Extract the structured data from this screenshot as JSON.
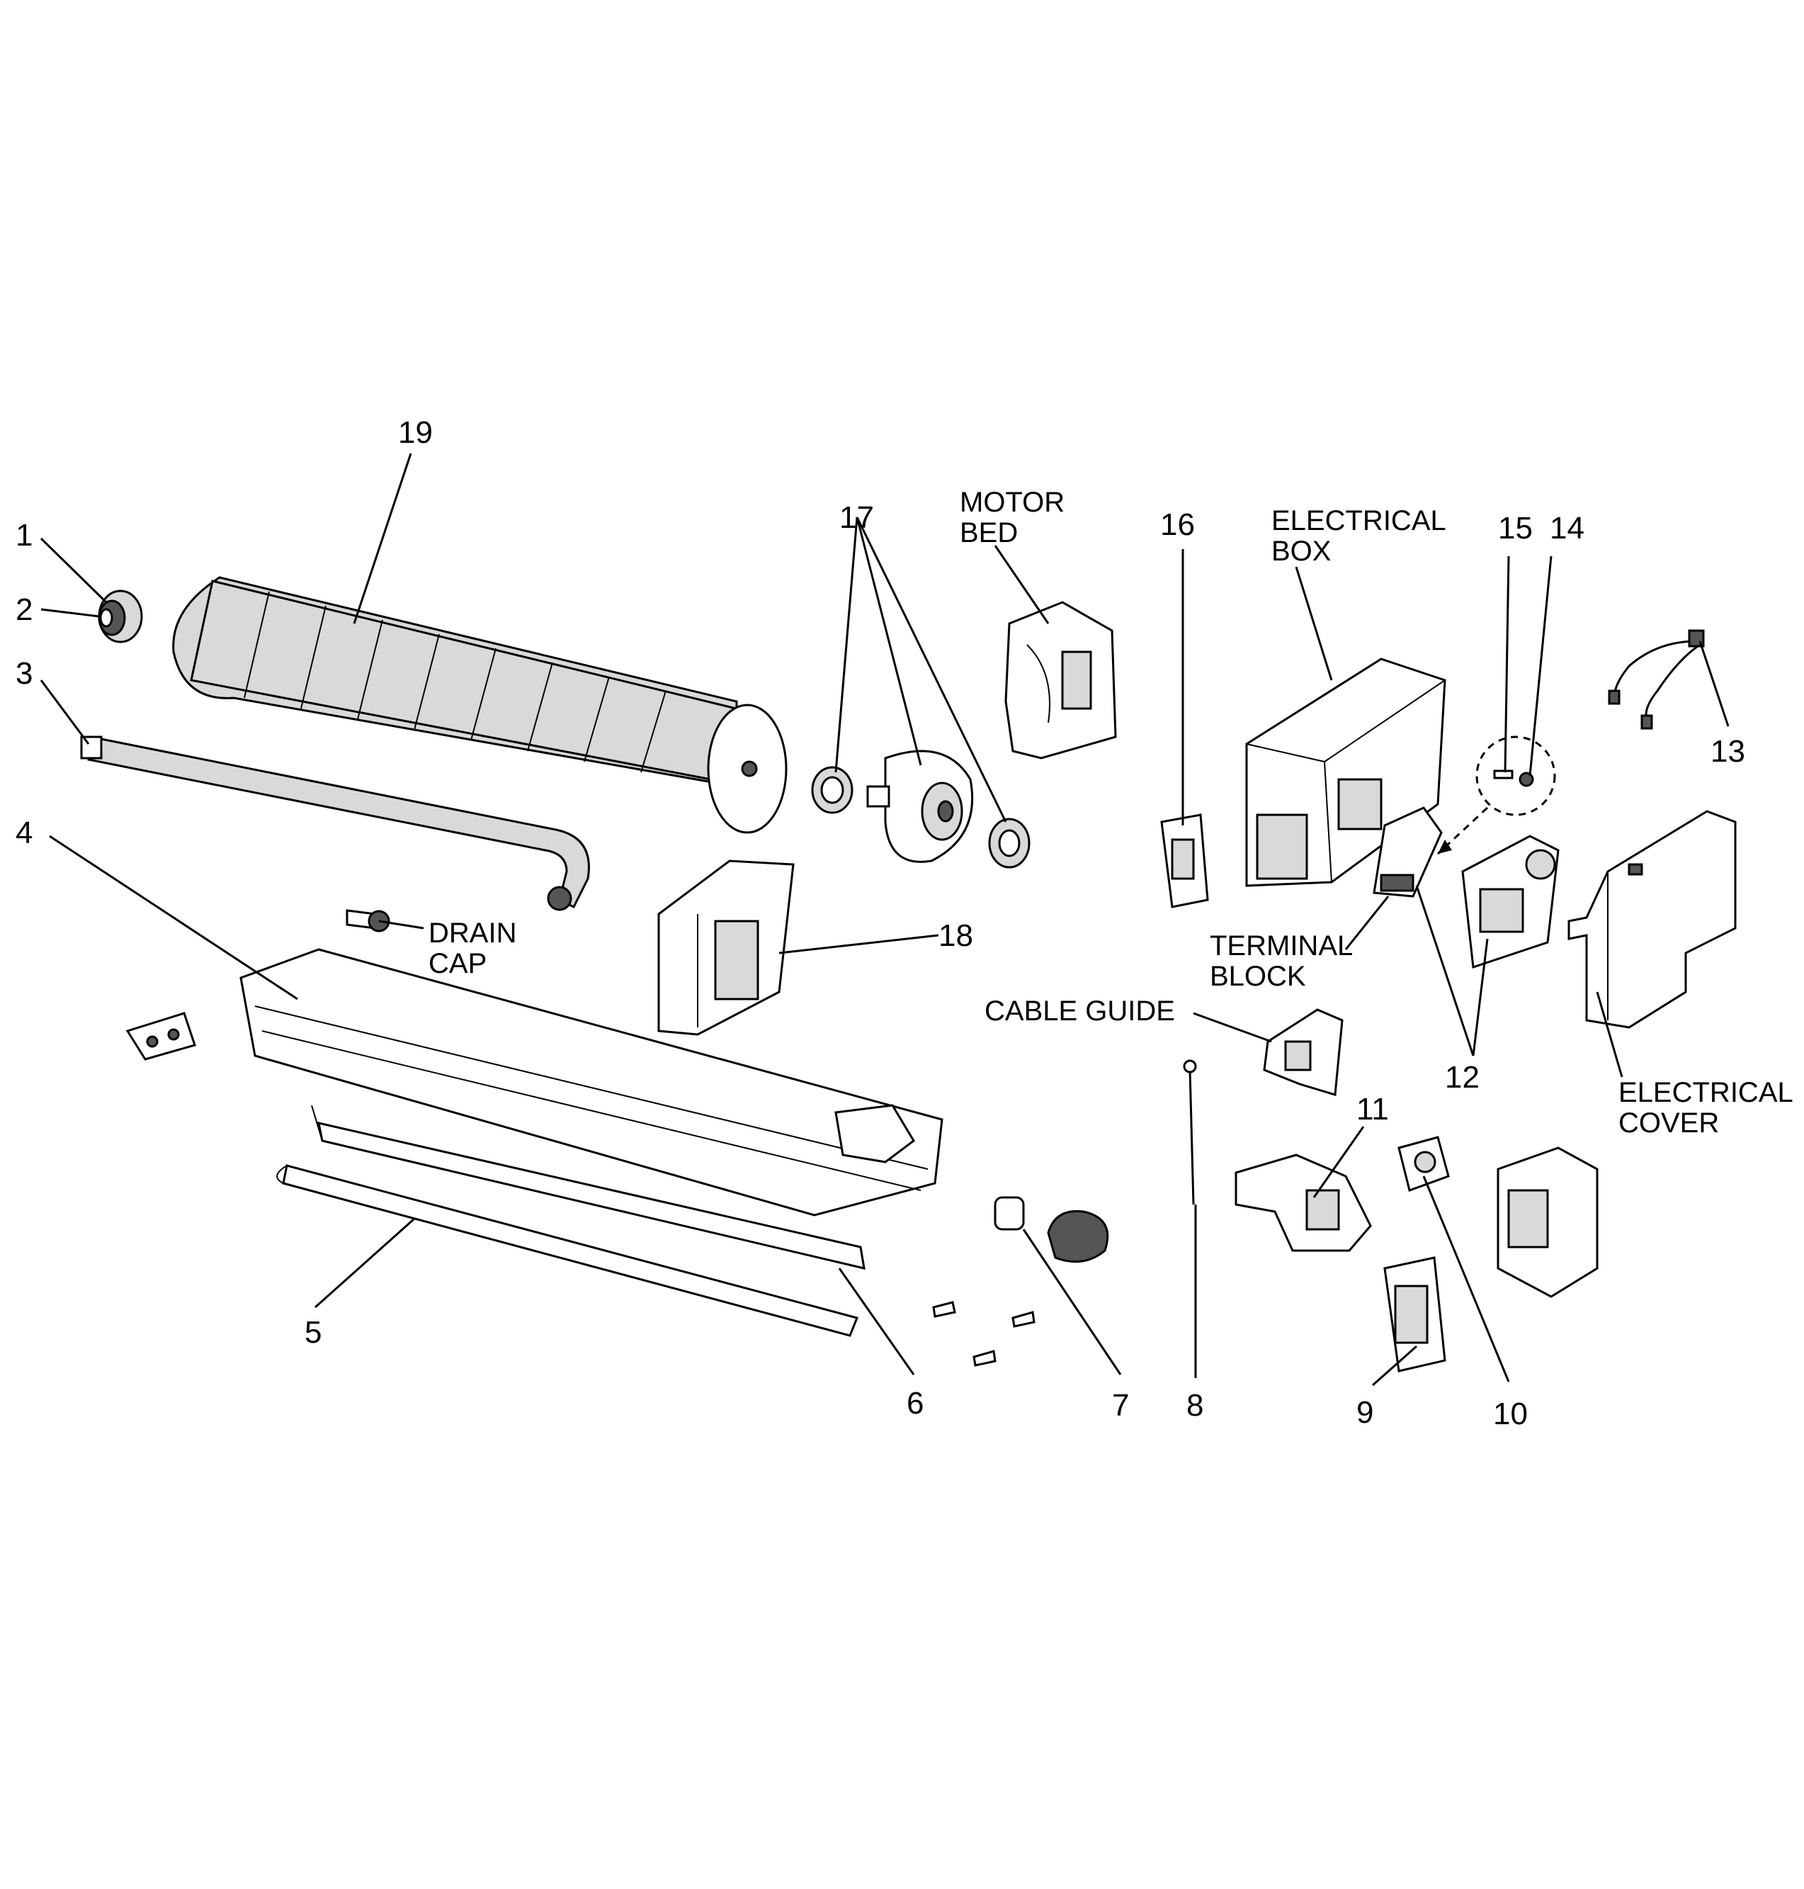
{
  "callouts": {
    "n1": "1",
    "n2": "2",
    "n3": "3",
    "n4": "4",
    "n5": "5",
    "n6": "6",
    "n7": "7",
    "n8": "8",
    "n9": "9",
    "n10": "10",
    "n11": "11",
    "n12": "12",
    "n13": "13",
    "n14": "14",
    "n15": "15",
    "n16": "16",
    "n17": "17",
    "n18": "18",
    "n19": "19"
  },
  "labels": {
    "motor_bed_1": "MOTOR",
    "motor_bed_2": "BED",
    "electrical_box_1": "ELECTRICAL",
    "electrical_box_2": "BOX",
    "drain_cap_1": "DRAIN",
    "drain_cap_2": "CAP",
    "terminal_block_1": "TERMINAL",
    "terminal_block_2": "BLOCK",
    "cable_guide": "CABLE GUIDE",
    "electrical_cover_1": "ELECTRICAL",
    "electrical_cover_2": "COVER"
  }
}
